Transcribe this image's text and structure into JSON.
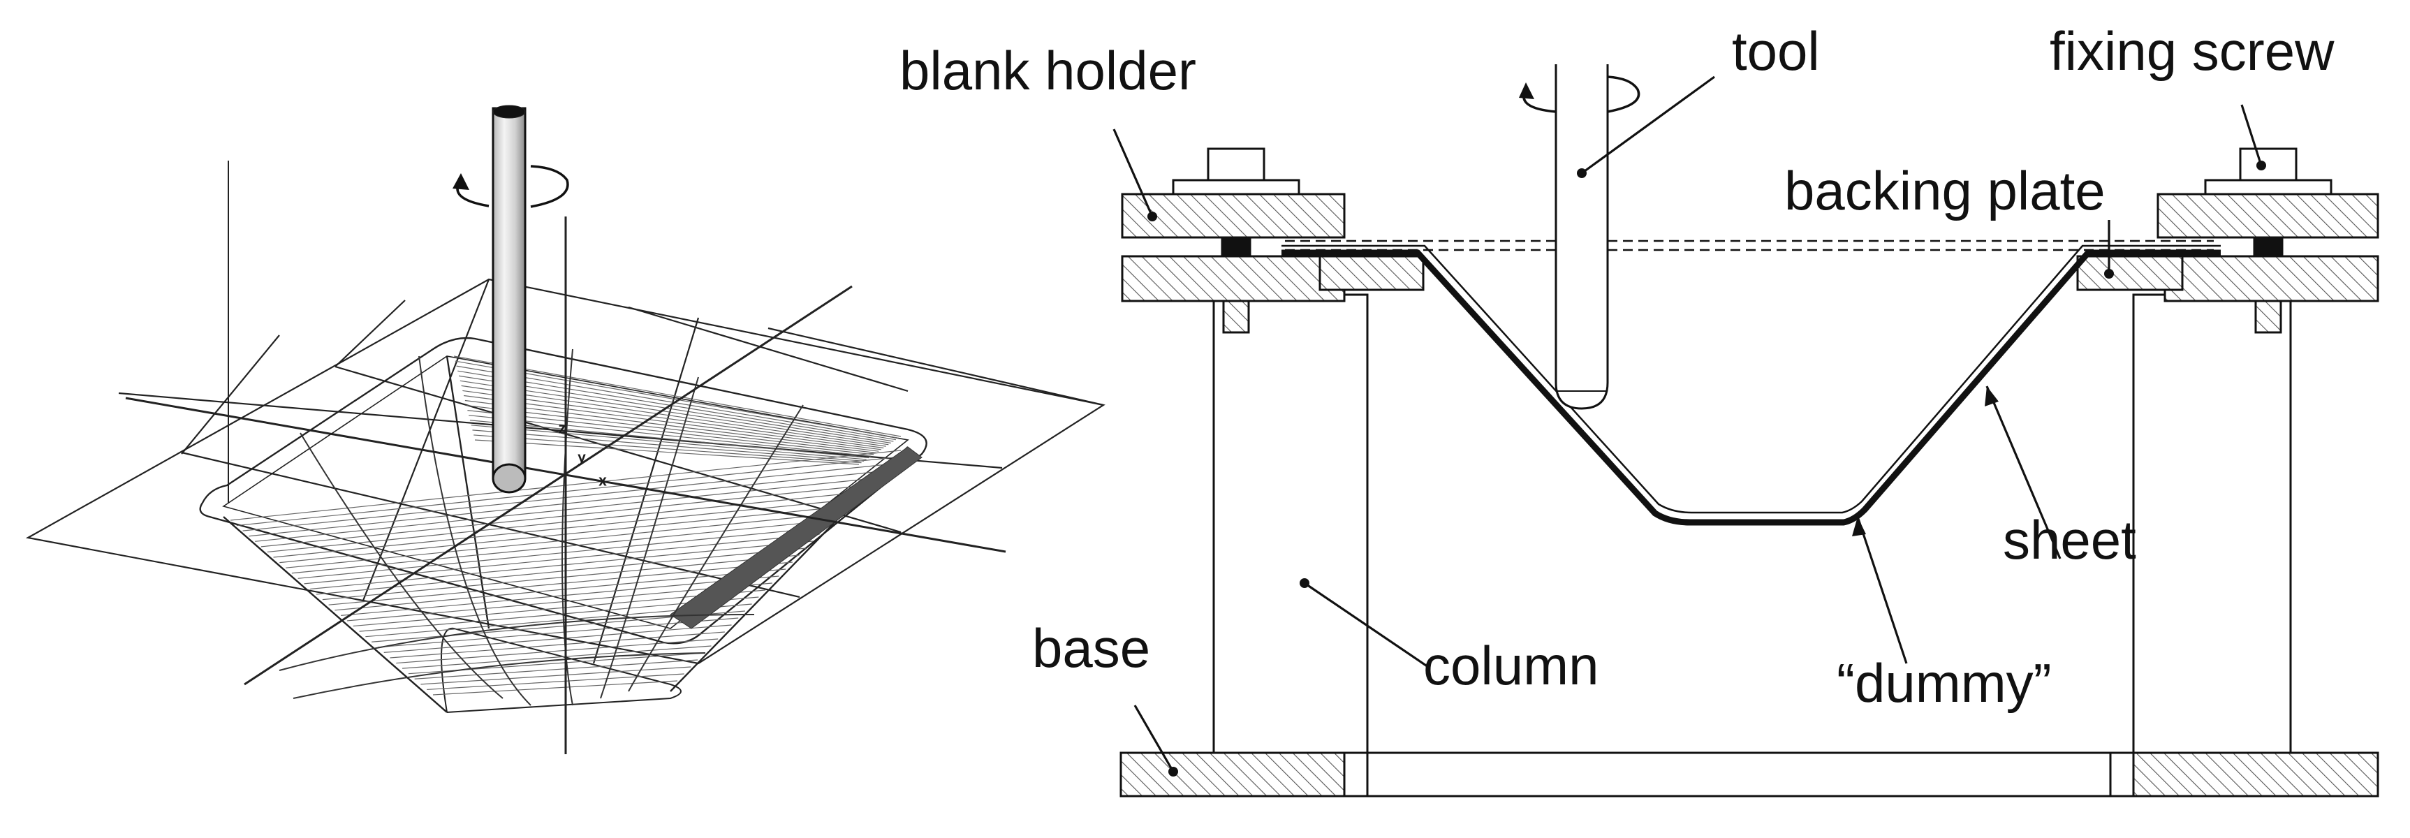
{
  "right_panel": {
    "labels": {
      "blank_holder": "blank holder",
      "tool": "tool",
      "fixing_screw": "fixing screw",
      "backing_plate": "backing plate",
      "sheet": "sheet",
      "base": "base",
      "column": "column",
      "dummy": "“dummy”"
    }
  },
  "left_panel": {
    "axis_labels": {
      "z": "z",
      "y": "y",
      "x": "x"
    }
  },
  "colors": {
    "ink": "#111111",
    "hatch": "#444444",
    "tool_fill": "#e6e6e6"
  }
}
